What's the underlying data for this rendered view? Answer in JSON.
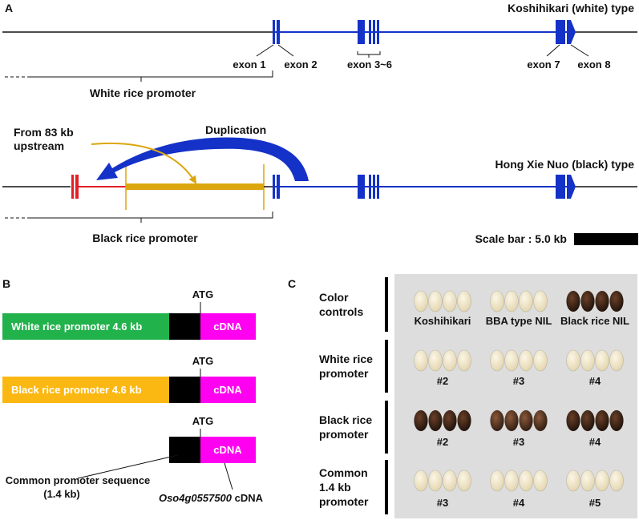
{
  "panels": {
    "a": "A",
    "b": "B",
    "c": "C"
  },
  "panel_a": {
    "white_type": "Koshihikari (white) type",
    "black_type": "Hong Xie Nuo (black) type",
    "exon1": "exon 1",
    "exon2": "exon 2",
    "exon36": "exon 3~6",
    "exon7": "exon 7",
    "exon8": "exon 8",
    "white_promoter": "White rice promoter",
    "black_promoter": "Black rice promoter",
    "from_83kb_line1": "From 83 kb",
    "from_83kb_line2": "upstream",
    "duplication": "Duplication",
    "scale_bar": "Scale bar : 5.0 kb"
  },
  "panel_b": {
    "atg": "ATG",
    "white_construct": "White rice promoter 4.6 kb",
    "black_construct": "Black rice promoter 4.6 kb",
    "cdna": "cDNA",
    "common_seq_line1": "Common promoter sequence",
    "common_seq_line2": "(1.4 kb)",
    "gene_id": "Oso4g0557500",
    "gene_suffix": " cDNA"
  },
  "panel_c": {
    "rows": [
      {
        "label": [
          "Color",
          "controls"
        ],
        "samples": [
          "Koshihikari",
          "BBA type NIL",
          "Black rice NIL"
        ]
      },
      {
        "label": [
          "White rice",
          "promoter"
        ],
        "samples": [
          "#2",
          "#3",
          "#4"
        ]
      },
      {
        "label": [
          "Black rice",
          "promoter"
        ],
        "samples": [
          "#2",
          "#3",
          "#4"
        ]
      },
      {
        "label": [
          "Common",
          "1.4 kb",
          "promoter"
        ],
        "samples": [
          "#3",
          "#4",
          "#5"
        ]
      }
    ]
  },
  "colors": {
    "exon_blue": "#1432c8",
    "promoter_red": "#e41e26",
    "duplication_gold": "#dca60e",
    "white_promoter_green": "#22b24c",
    "black_promoter_orange": "#fbb812",
    "cdna_magenta": "#ff00f0",
    "photo_bg": "#dddddd",
    "grain_white": "#efe5c7",
    "grain_black": "#2a1a12",
    "grain_mid": "#4a2a1a"
  }
}
